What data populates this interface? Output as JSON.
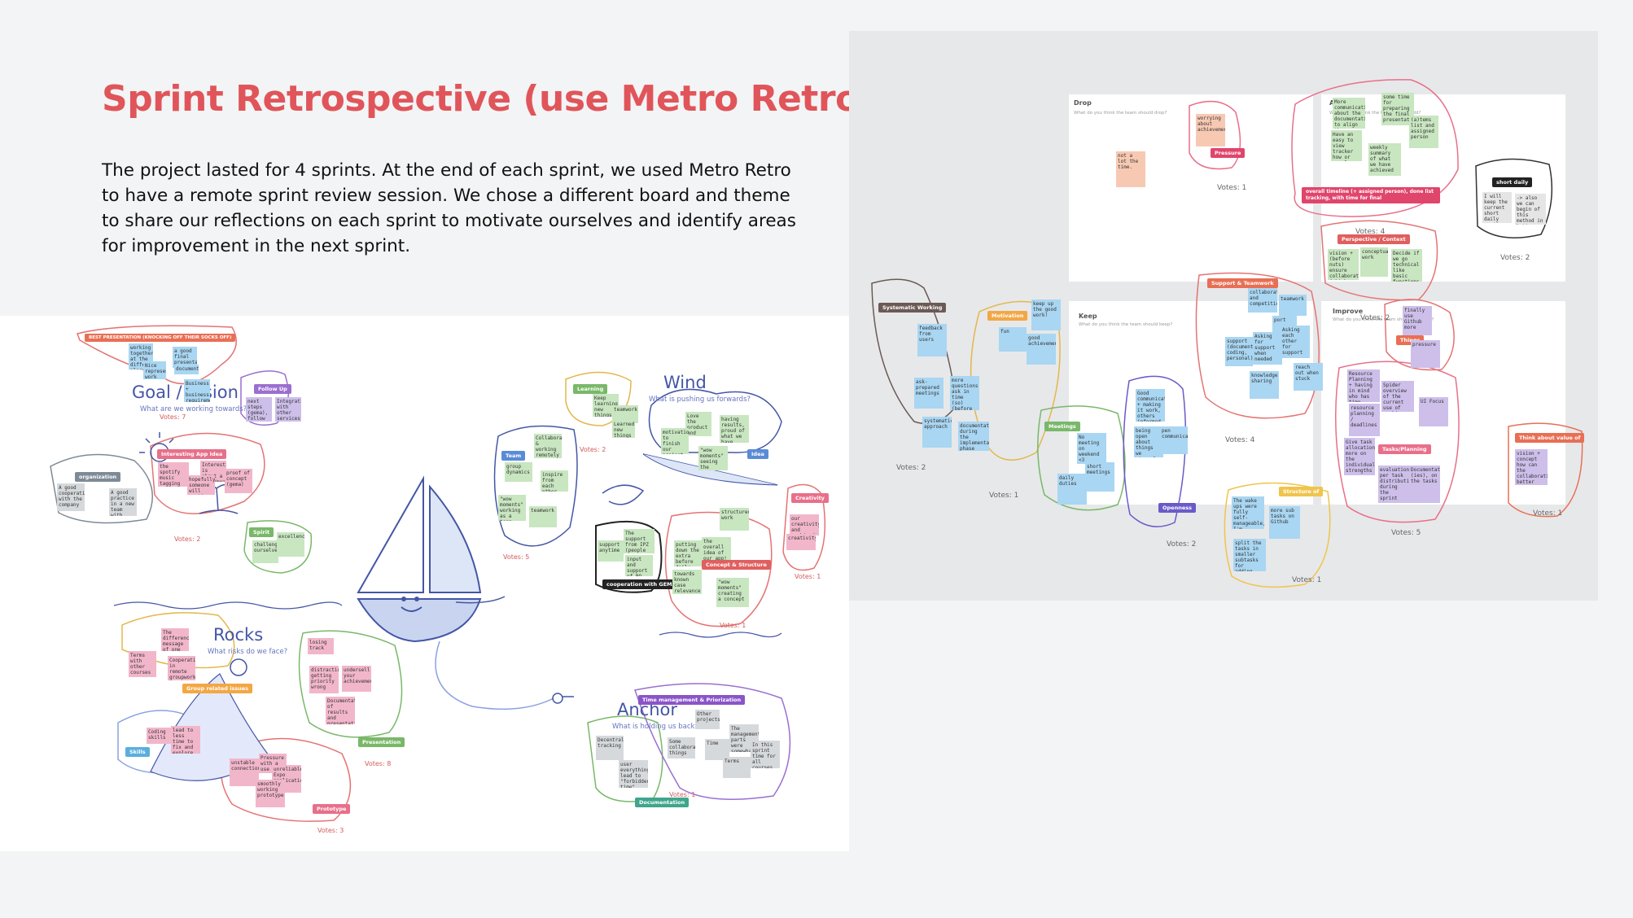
{
  "slide": {
    "title": "Sprint Retrospective (use Metro Retro)",
    "intro": "The project lasted for 4 sprints. At the end of each sprint, we used Metro Retro to have a remote sprint review session. We chose a different board and theme to share our reflections on each sprint to motivate ourselves and identify areas for improvement in the next sprint."
  },
  "colors": {
    "title": "#e0555a",
    "accent_blue": "#4456a6",
    "sticky_blue": "#a9d6f2",
    "sticky_green": "#c8e6c0",
    "sticky_pink": "#f2b6cb",
    "sticky_gray": "#d6d9dc",
    "sticky_purple": "#cdbfea",
    "sticky_orange": "#f7c9b3"
  },
  "left_board": {
    "goal": {
      "title": "Goal / Vision",
      "subtitle": "What are we working towards?"
    },
    "wind": {
      "title": "Wind",
      "subtitle": "What is pushing us forwards?"
    },
    "rocks": {
      "title": "Rocks",
      "subtitle": "What risks do we face?"
    },
    "anchor": {
      "title": "Anchor",
      "subtitle": "What is holding us back?"
    },
    "tags": {
      "best": "BEST PRESENTATION (KNOCKING OFF THEIR SOCKS OFF)",
      "followup": "Follow Up",
      "interesting": "Interesting App Idea",
      "organization": "organization",
      "spirit": "Spirit",
      "learning": "Learning",
      "team": "Team",
      "idea": "Idea",
      "creativity": "Creativity",
      "cooperation": "cooperation with GEMA",
      "concept": "Concept & Structure",
      "group": "Group related issues",
      "skills": "Skills",
      "prototype": "Prototype",
      "presentation": "Presentation",
      "time": "Time management & Priorization",
      "documentation": "Documentation"
    },
    "votes": {
      "v7": "Votes: 7",
      "v2a": "Votes: 2",
      "v2b": "Votes: 2",
      "v5": "Votes: 5",
      "v1a": "Votes: 1",
      "v1b": "Votes: 1",
      "v8": "Votes: 8",
      "v3": "Votes: 3",
      "v1c": "Votes: 1"
    },
    "notes": {
      "n1": "working together at the different places",
      "n2": "a good final presentation",
      "n3": "Nice representative work",
      "n4": "documentation",
      "n5": "Business + business requirements",
      "n6": "next steps (gema), follow up project",
      "n7": "Integration with other services (gema + + spotify videos)",
      "n8": "the spotify music tagging app",
      "n9": "Interesting/application is about a cool/meaningful scenario",
      "n10": "hopefully someone will continue with",
      "n11": "proof of concept (gema)",
      "n12": "A good cooperation with the company",
      "n13": "A good practice in a new team with interesting people",
      "n14": "challenging ourselves",
      "n15": "excellence",
      "n16": "Keep learning new things",
      "n17": "teamwork",
      "n18": "Learned new things",
      "n19": "Collaborate & working remotely",
      "n20": "group dynamics",
      "n21": "inspire from each other",
      "n22": "\"wow moments\" working as a team",
      "n23": "teamwork",
      "n24": "Love the product and music",
      "n25": "motivation to finish our project",
      "n26": "having results, proud of what we have achieved",
      "n27": "\"wow moments\" seeing the prototypes to work",
      "n28": "our creativity and combined teamwork",
      "n29": "creativity",
      "n30": "The support from IPZ (people and resources)",
      "n31": "support anytime",
      "n32": "input and support of PO",
      "n33": "putting down the extra before daily",
      "n34": "structured work",
      "n35": "the overall idea of our app!",
      "n36": "towards known case relevance",
      "n37": "\"wow moments\" creating a concept",
      "n38": "The difference message of one session along",
      "n39": "Terms with other courses",
      "n40": "Cooperation in remote groupwork",
      "n41": "losing track",
      "n42": "distractions, getting priority wrong",
      "n43": "undersell your achievements",
      "n44": "Documentation of results and presentation of it",
      "n45": "Coding skills",
      "n46": "lead to less time to fix and explore of new skills with the project",
      "n47": "Pressure with a use case",
      "n48": "unstable connections",
      "n49": "unreliable Expo application",
      "n50": "smoothly working prototype",
      "n51": "Other projects",
      "n52": "Time",
      "n53": "The management parts were somewhat important to our project",
      "n54": "In this sprint time for all courses and other projects",
      "n55": "Terms",
      "n56": "Some collaboration things",
      "n57": "user everything lead to \"forbidden time\" regularly",
      "n58": "Decentralized tracking"
    }
  },
  "right_board": {
    "drop": {
      "title": "Drop",
      "subtitle": "What do you think the team should drop?"
    },
    "add": {
      "title": "Add",
      "subtitle": "What do you think the team should add?"
    },
    "keep": {
      "title": "Keep",
      "subtitle": "What do you think the team should keep?"
    },
    "improve": {
      "title": "Improve",
      "subtitle": "What do you think the team should improve?"
    },
    "tags": {
      "pressure": "Pressure",
      "timeline": "overall timeline (+ assigned person), done list tracking, with time for final",
      "shortdaily": "short daily",
      "perspective": "Perspective / Context",
      "support": "Support & Teamwork",
      "systematic": "Systematic Working",
      "motivation": "Motivation",
      "meetings": "Meetings",
      "openness": "Openness",
      "things": "Things",
      "tasks": "Tasks/Planning",
      "think": "Think about value of",
      "structure": "Structure of"
    },
    "votes": {
      "v1a": "Votes: 1",
      "v4": "Votes: 4",
      "v2a": "Votes: 2",
      "v2b": "Votes: 2",
      "v2c": "Votes: 2",
      "v1b": "Votes: 1",
      "v2d": "Votes: 2",
      "v4b": "Votes: 4",
      "v5": "Votes: 5",
      "v1c": "Votes: 1",
      "v1d": "Votes: 1"
    },
    "notes": {
      "r1": "worrying about achievements",
      "r2": "not a lot the time.",
      "r3": "More communication about the documentation to align them better",
      "r4": "some time for preparing the final presentation",
      "r5": "Have an easy to view tracker how or google drive that can track all the progress",
      "r6": "(a)tems list and assigned person",
      "r7": "weekly summary of what we have achieved",
      "r8": "I will keep the current short daily meetings and focus it in the other",
      "r9": "-> also we can begin of this method in better for future projects",
      "r10": "vision + (before nuts) ensure collaborative (which makes use of the idea to complete)",
      "r11": "conceptual work",
      "r12": "Decide if we go technical like basic functions, or improve the UI/UX than have a fully...",
      "r13": "collaboration, and competition",
      "r14": "teamwork",
      "r15": "support (documentation, coding, personal)",
      "r16": "port",
      "r17": "Asking for support when needed",
      "r18": "Asking each other for support",
      "r19": "knowledge sharing",
      "r20": "reach out when stuck",
      "r21": "feedback from users",
      "r22": "fun",
      "r23": "keep up the good work!",
      "r24": "good achievements",
      "r25": "ask-prepared meetings",
      "r26": "more questions ask in time (so) (before design tasks they are in time plans it works)",
      "r27": "systematic approach",
      "r28": "documentation during the implementation phase",
      "r29": "No meeting on weekend <3",
      "r30": "short meetings",
      "r31": "daily duties",
      "r32": "Good communication + making it work, others informed, also when someone doesn't work",
      "r33": "being open about things we struggle with",
      "r34": "pen communication",
      "r35": "finally use Github more",
      "r36": "pressure",
      "r37": "Resource Planning + having in mind who has time when, having all of other projects",
      "r38": "Spider overview of the current use of working on in a respite area-vertical",
      "r39": "UI Focus",
      "r40": "resource planning / deadlines",
      "r41": "Give task allocation more on the individual strengths",
      "r42": "evaluation per task distribution during the sprint",
      "r43": "Documentation (ies), on the tasks",
      "r44": "vision + concept how can the collaboration better what's the real value behind?",
      "r45": "The wake ups were fully self-manageable, I'm trying to work on the tasks that we build",
      "r46": "more sub tasks on Github",
      "r47": "split the tasks in smaller subtasks for adding depending on our progress on clear structure"
    }
  }
}
